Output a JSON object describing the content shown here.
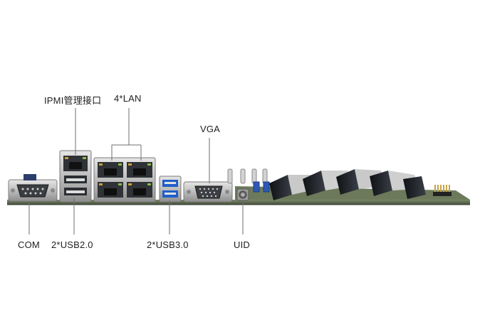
{
  "labels": {
    "ipmi": "IPMI管理接口",
    "lan": "4*LAN",
    "vga": "VGA",
    "com": "COM",
    "usb2": "2*USB2.0",
    "usb3": "2*USB3.0",
    "uid": "UID"
  },
  "colors": {
    "background": "#ffffff",
    "pcb": "#5e6a50",
    "metal": "#c7c7c7",
    "port_dark": "#2f3236",
    "usb3_blue": "#1f5fc9",
    "leader_line": "#6f6f6f",
    "dimm_slot": "#1c1f24"
  },
  "icons": {
    "com": "db9-serial-port-icon",
    "ipmi": "rj45-port-icon",
    "lan": "rj45-port-icon",
    "usb2": "usb-a-port-icon",
    "usb3": "usb3-port-icon",
    "vga": "db15-vga-port-icon",
    "uid": "uid-button-icon"
  }
}
